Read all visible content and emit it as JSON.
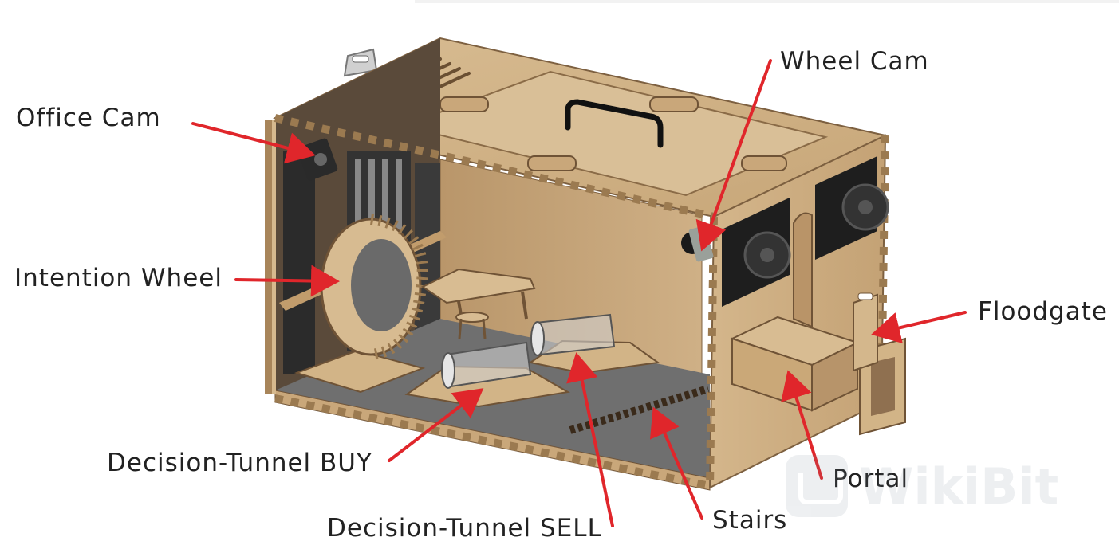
{
  "labels": {
    "office_cam": "Office Cam",
    "wheel_cam": "Wheel Cam",
    "intention_wheel": "Intention Wheel",
    "floodgate": "Floodgate",
    "decision_tunnel_buy": "Decision-Tunnel BUY",
    "decision_tunnel_sell": "Decision-Tunnel SELL",
    "portal": "Portal",
    "stairs": "Stairs"
  },
  "watermark": {
    "text": "WikiBit"
  },
  "colors": {
    "arrow": "#e0262b",
    "wood": "#c9a77a",
    "wood_dark": "#a98657",
    "wood_light": "#dcc096",
    "floor": "#6f6f6f",
    "label_text": "#222222"
  }
}
